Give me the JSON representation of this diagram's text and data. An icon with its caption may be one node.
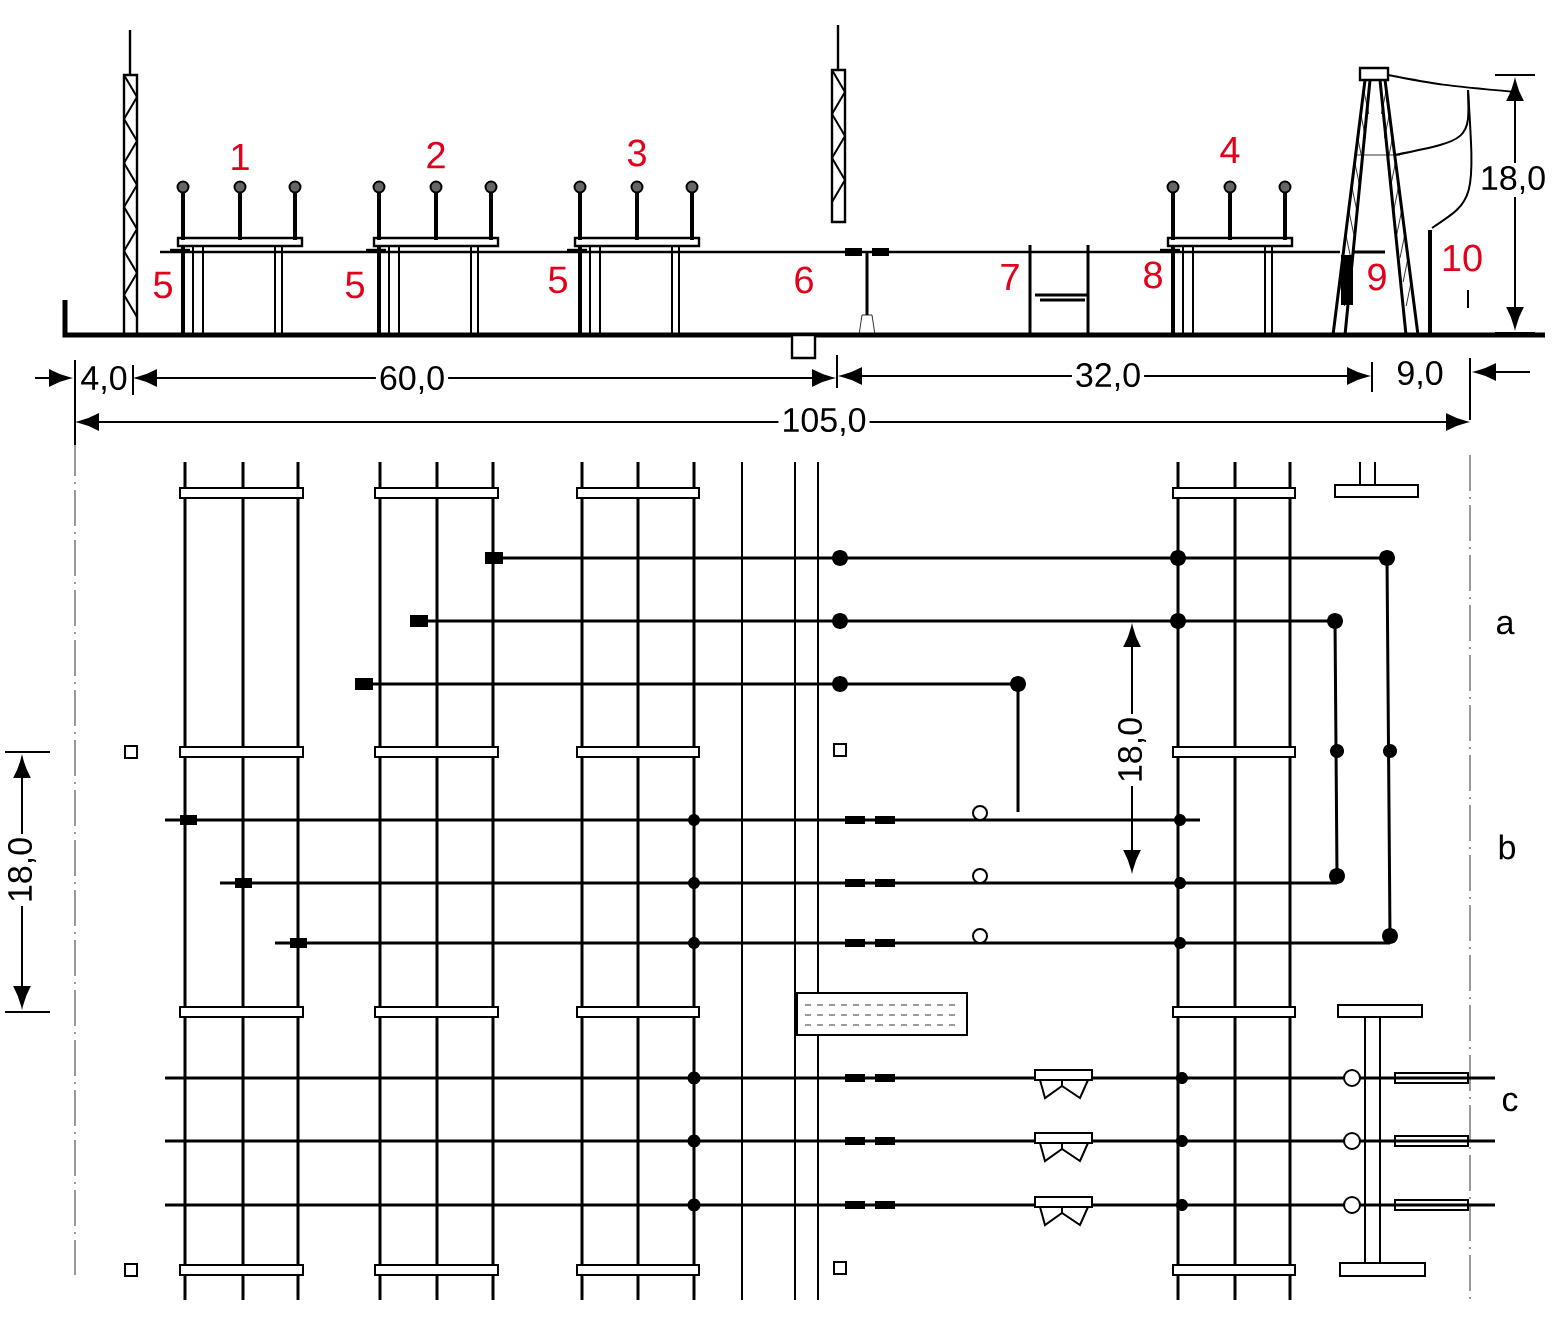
{
  "diagram": {
    "labels": [
      "1",
      "2",
      "3",
      "4",
      "18,0",
      "5",
      "5",
      "5",
      "6",
      "7",
      "8",
      "9",
      "10",
      "4,0",
      "60,0",
      "32,0",
      "9,0",
      "105,0",
      "a",
      "18,0",
      "b",
      "18,0",
      "c"
    ]
  }
}
